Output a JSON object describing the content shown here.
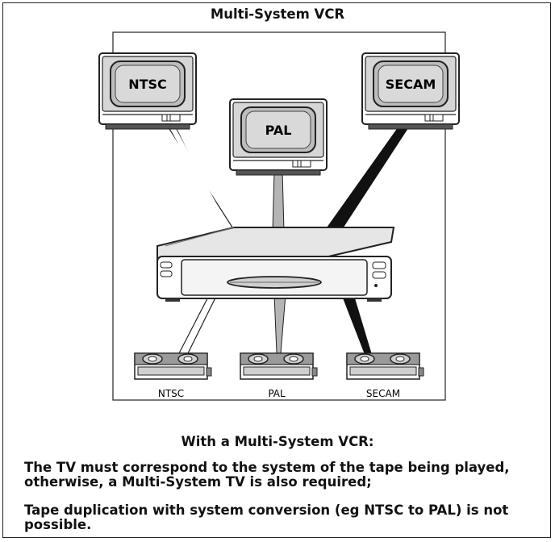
{
  "diagram": {
    "title": "Multi-System VCR",
    "tvs": [
      {
        "label": "NTSC"
      },
      {
        "label": "PAL"
      },
      {
        "label": "SECAM"
      }
    ],
    "tapes": [
      {
        "label": "NTSC"
      },
      {
        "label": "PAL"
      },
      {
        "label": "SECAM"
      }
    ]
  },
  "caption": {
    "heading": "With a Multi-System VCR:",
    "note_1": "The TV must correspond to the system of the tape being played, otherwise, a Multi-System TV is also required;",
    "note_2": "Tape duplication with system conversion (eg NTSC to PAL) is not possible."
  }
}
